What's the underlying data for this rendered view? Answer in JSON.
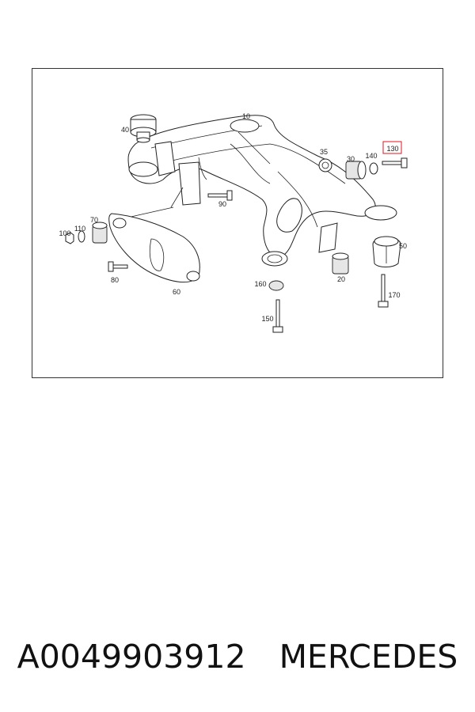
{
  "callouts": {
    "c10": "10",
    "c20": "20",
    "c30": "30",
    "c35": "35",
    "c40": "40",
    "c50": "50",
    "c60": "60",
    "c70": "70",
    "c80": "80",
    "c90": "90",
    "c100": "100",
    "c110": "110",
    "c130": "130",
    "c140": "140",
    "c150": "150",
    "c160": "160",
    "c170": "170"
  },
  "highlight_color": "#e0141e",
  "footer": {
    "part_number": "A0049903912",
    "brand": "MERCEDES"
  }
}
